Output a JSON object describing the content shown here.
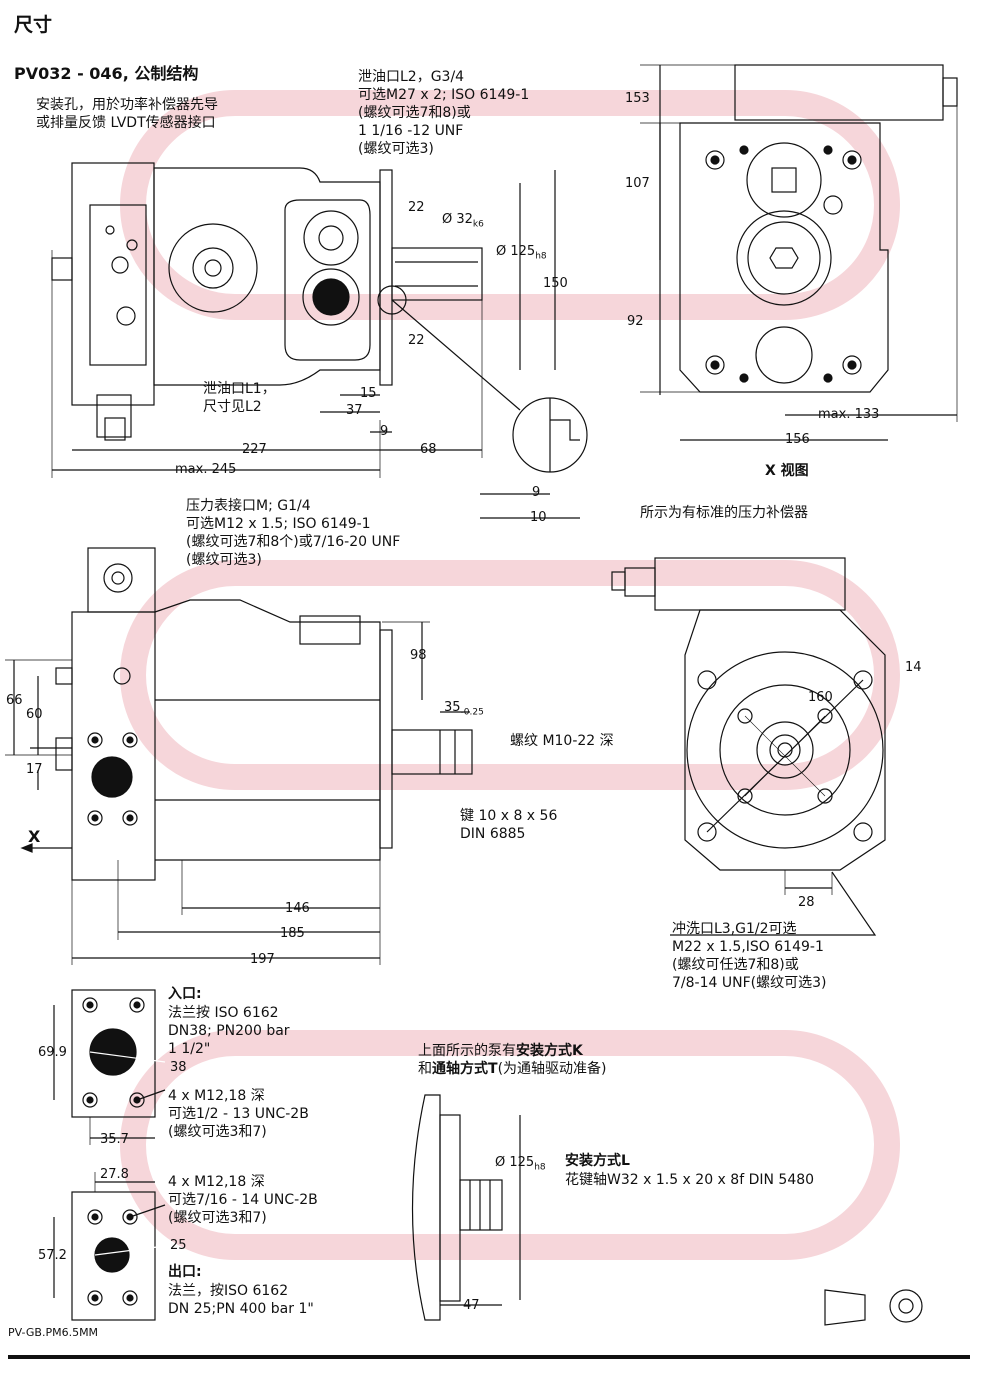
{
  "page": {
    "title": "尺寸",
    "subtitle": "PV032 - 046, 公制结构",
    "footer_code": "PV-GB.PM6.5MM"
  },
  "top_view": {
    "note_mount_hole": [
      "安装孔，用於功率补偿器先导",
      "或排量反馈 LVDT传感器接口"
    ],
    "note_drain_l2": [
      "泄油口L2，G3/4",
      "可选M27 x 2; ISO 6149-1",
      "(螺纹可选7和8)或",
      "1 1/16 -12 UNF",
      "(螺纹可选3)"
    ],
    "note_drain_l1": [
      "泄油口L1，",
      "尺寸见L2"
    ],
    "dims": {
      "d22a": "22",
      "d32": "Ø 32",
      "d32_sub": "k6",
      "d125": "Ø 125",
      "d125_sub": "h8",
      "d150": "150",
      "d22b": "22",
      "d15": "15",
      "d37": "37",
      "d9": "9",
      "d227": "227",
      "d68": "68",
      "dmax245": "max. 245",
      "dd9": "9",
      "dd10": "10"
    }
  },
  "x_view": {
    "label": "X 视图",
    "dims": {
      "d153": "153",
      "d107": "107",
      "d92": "92",
      "dmax133": "max. 133",
      "d156": "156"
    }
  },
  "side_view": {
    "note_gauge": [
      "压力表接口M; G1/4",
      "可选M12 x 1.5; ISO 6149-1",
      "(螺纹可选7和8个)或7/16-20 UNF",
      "(螺纹可选3)"
    ],
    "note_thread": "螺纹 M10-22 深",
    "note_key": [
      "键 10 x 8 x 56",
      "DIN 6885"
    ],
    "x_arrow": "X",
    "dims": {
      "d98": "98",
      "d35": "35",
      "d35_sub": "-0.25",
      "d66": "66",
      "d60": "60",
      "d17": "17",
      "d146": "146",
      "d185": "185",
      "d197": "197"
    }
  },
  "front_view": {
    "note_std": "所示为有标准的压力补偿器",
    "note_flush": [
      "冲洗口L3,G1/2可选",
      "M22 x 1.5,ISO 6149-1",
      "(螺纹可任选7和8)或",
      "7/8-14 UNF(螺纹可选3)"
    ],
    "dims": {
      "d14": "14",
      "d160": "160",
      "d28": "28"
    }
  },
  "inlet": {
    "heading": "入口:",
    "lines": [
      "法兰按 ISO 6162",
      "DN38; PN200 bar",
      "1 1/2\""
    ],
    "d38": "38",
    "bolt_lines": [
      "4 x M12,18 深",
      "可选1/2 - 13 UNC-2B",
      "(螺纹可选3和7)"
    ],
    "d699": "69.9",
    "d357": "35.7"
  },
  "outlet": {
    "d278": "27.8",
    "bolt_lines": [
      "4 x M12,18 深",
      "可选7/16 - 14 UNC-2B",
      "(螺纹可选3和7)"
    ],
    "d25": "25",
    "d572": "57.2",
    "heading": "出口:",
    "lines": [
      "法兰，按ISO 6162",
      "DN 25;PN 400 bar 1\""
    ]
  },
  "mount": {
    "intro_a": "上面所示的泵有",
    "intro_b": "安装方式K",
    "intro_c": "和",
    "intro_d": "通轴方式T",
    "intro_e": "(为通轴驱动准备)",
    "d125": "Ø 125",
    "d125_sub": "h8",
    "heading": "安装方式L",
    "spline": "花键轴W32 x 1.5 x 20 x 8f DIN 5480",
    "d47": "47"
  }
}
